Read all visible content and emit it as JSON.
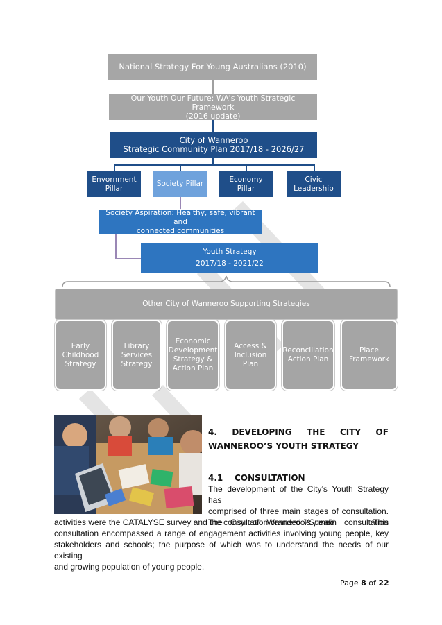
{
  "diagram": {
    "national": "National Strategy For Young Australians (2010)",
    "wa_line1": "Our Youth Our Future: WA's Youth Strategic Framework",
    "wa_line2": "(2016 update)",
    "city_line1": "City of Wanneroo",
    "city_line2": "Strategic Community Plan 2017/18 - 2026/27",
    "pillars": [
      "Envornment Pillar",
      "Society Pillar",
      "Economy Pillar",
      "Civic Leadership"
    ],
    "aspiration_line1": "Society Aspiration: Healthy, safe, vibrant and",
    "aspiration_line2": "connected communities",
    "youth_line1": "Youth Strategy",
    "youth_line2": "2017/18 - 2021/22",
    "other": "Other City of Wanneroo Supporting Strategies",
    "supporting": [
      "Early Childhood Strategy",
      "Library Services Strategy",
      "Economic Development Strategy & Action Plan",
      "Access & Inclusion Plan",
      "Reconciliation Action Plan",
      "Place Framework"
    ],
    "colors": {
      "gray": "#a6a6a6",
      "navy": "#1f4e89",
      "mid_blue": "#2e75c0",
      "light_blue": "#6fa2dc"
    }
  },
  "section": {
    "number": "4.",
    "title_line1_words": [
      "DEVELOPING",
      "THE",
      "CITY",
      "OF"
    ],
    "title_line2": "WANNEROO’S YOUTH STRATEGY",
    "sub_number": "4.1",
    "sub_title": "CONSULTATION",
    "para_line1": "The development of the City’s Youth Strategy has",
    "para_line2": "comprised of three main stages of consultation.",
    "para_line3": "The City of Wanneroo’s main consultation",
    "para_line4a": "activities were the CATALYSE survey and the consultation branded ",
    "para_line4b": "YSpeak!",
    "para_line4c": "  This",
    "para_line5": "consultation encompassed a range of engagement activities involving young people, key",
    "para_line6": "stakeholders and schools; the purpose of which was to understand the needs of our existing",
    "para_line7": "and growing population of young people."
  },
  "footer": {
    "page_label": "Page",
    "page_num": "8",
    "of": "of",
    "total": "22"
  }
}
